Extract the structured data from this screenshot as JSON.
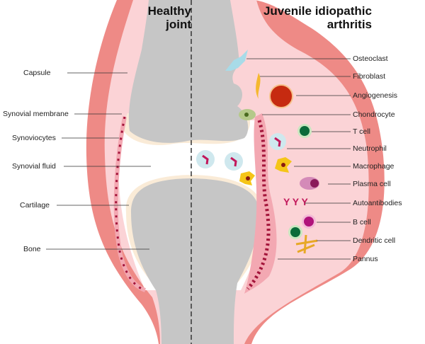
{
  "titles": {
    "healthy_line1": "Healthy",
    "healthy_line2": "joint",
    "jia_line1": "Juvenile idiopathic",
    "jia_line2": "arthritis"
  },
  "left_labels": [
    "Capsule",
    "Synovial membrane",
    "Synoviocytes",
    "Synovial fluid",
    "Cartilage",
    "Bone"
  ],
  "right_labels": [
    "Osteoclast",
    "Fibroblast",
    "Angiogenesis",
    "Chondrocyte",
    "T cell",
    "Neutrophil",
    "Macrophage",
    "Plasma cell",
    "Autoantibodies",
    "B cell",
    "Dendritic cell",
    "Pannus"
  ],
  "colors": {
    "capsule": "#ee8a86",
    "synovium": "#fbd3d6",
    "bone": "#c6c6c6",
    "cartilage": "#faebd7",
    "synoviocyte": "#a3143a"
  }
}
